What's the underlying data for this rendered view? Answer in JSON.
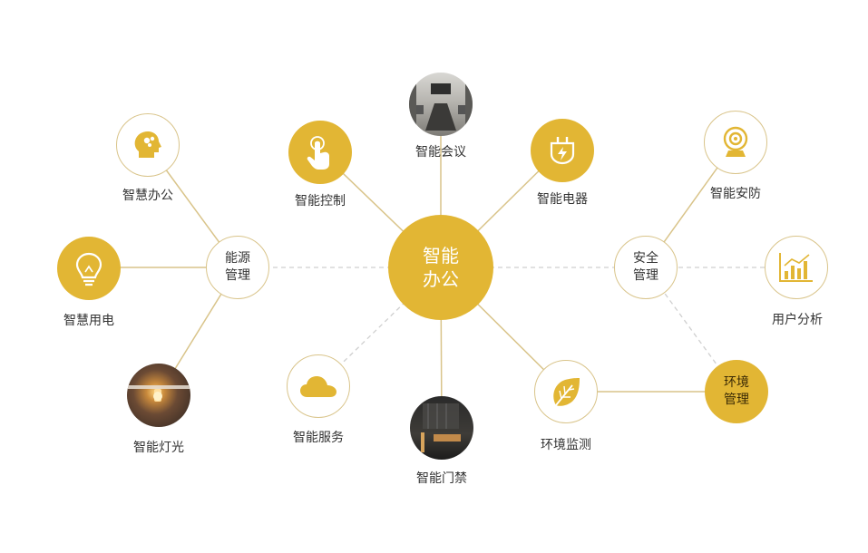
{
  "colors": {
    "gold": "#e2b634",
    "gold_line": "#d9c48a",
    "dashed_line": "#cfcfcf",
    "text": "#333333"
  },
  "hub": {
    "label": "智能\n办公"
  },
  "groups": {
    "energy": {
      "label": "能源\n管理"
    },
    "security": {
      "label": "安全\n管理"
    },
    "environment": {
      "label": "环境\n管理"
    }
  },
  "features": {
    "smart_office": {
      "label": "智慧办公",
      "icon": "brain-head-icon"
    },
    "smart_power": {
      "label": "智慧用电",
      "icon": "lightbulb-icon"
    },
    "smart_lighting": {
      "label": "智能灯光",
      "icon": "lamp-photo"
    },
    "smart_control": {
      "label": "智能控制",
      "icon": "touch-hand-icon"
    },
    "smart_meeting": {
      "label": "智能会议",
      "icon": "meeting-room-photo"
    },
    "smart_appliance": {
      "label": "智能电器",
      "icon": "plug-icon"
    },
    "smart_service": {
      "label": "智能服务",
      "icon": "cloud-icon"
    },
    "smart_access": {
      "label": "智能门禁",
      "icon": "office-door-photo"
    },
    "env_monitor": {
      "label": "环境监测",
      "icon": "leaf-icon"
    },
    "smart_defense": {
      "label": "智能安防",
      "icon": "webcam-icon"
    },
    "user_analysis": {
      "label": "用户分析",
      "icon": "bar-chart-icon"
    }
  }
}
